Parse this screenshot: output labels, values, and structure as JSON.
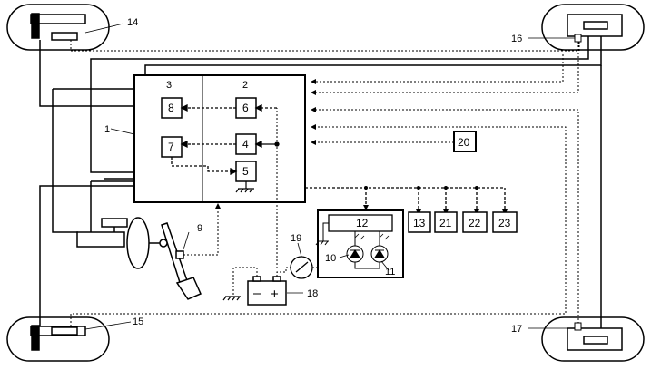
{
  "labels": {
    "n1": "1",
    "n2": "2",
    "n3": "3",
    "n4": "4",
    "n5": "5",
    "n6": "6",
    "n7": "7",
    "n8": "8",
    "n9": "9",
    "n10": "10",
    "n11": "11",
    "n12": "12",
    "n13": "13",
    "n14": "14",
    "n15": "15",
    "n16": "16",
    "n17": "17",
    "n18": "18",
    "n19": "19",
    "n20": "20",
    "n21": "21",
    "n22": "22",
    "n23": "23"
  },
  "battery": {
    "minus": "–",
    "plus": "+"
  }
}
